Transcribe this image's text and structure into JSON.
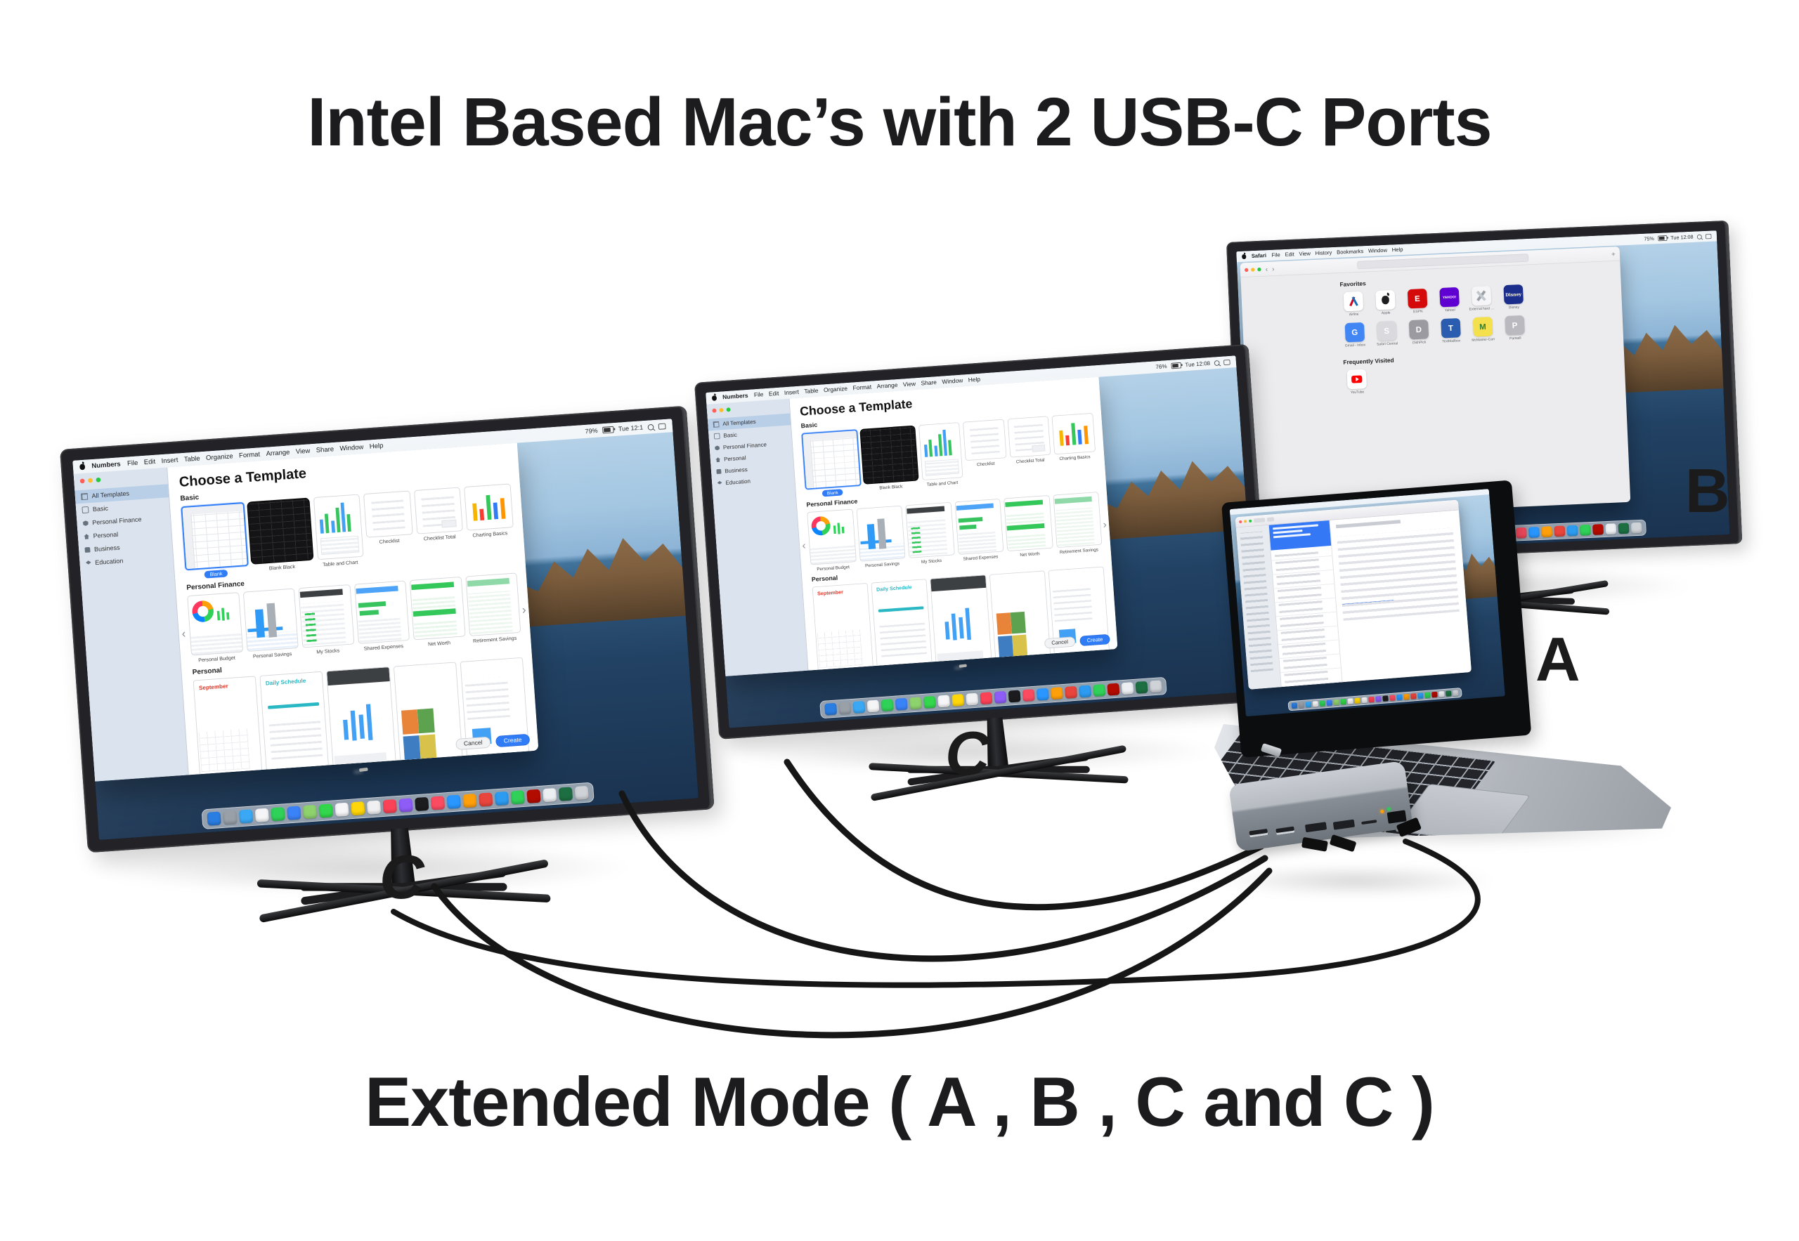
{
  "title": "Intel Based Mac’s with 2 USB-C Ports",
  "caption": "Extended Mode ( A , B , C and C )",
  "labels": {
    "laptop": "A",
    "right_monitor": "B",
    "left_monitor": "C",
    "middle_monitor": "C"
  },
  "colors": {
    "accent_blue": "#2f7cf6",
    "selected_sidebar": "#b9cfe8",
    "wallpaper_sky": "#a3c6e1",
    "wallpaper_sea": "#224264",
    "island_tan": "#7c5d3d",
    "bezel": "#232327",
    "aluminum": "#b6bbc1",
    "cable_black": "#161616",
    "led_green": "#34c759",
    "led_amber": "#ff9f0a"
  },
  "status": {
    "left": {
      "battery": "79%",
      "clock": "Tue 12:1"
    },
    "middle": {
      "battery": "76%",
      "clock": "Tue 12:08"
    },
    "right": {
      "battery": "75%",
      "clock": "Tue 12:08"
    }
  },
  "numbers": {
    "menu": {
      "app": "Numbers",
      "items": [
        "File",
        "Edit",
        "Insert",
        "Table",
        "Organize",
        "Format",
        "Arrange",
        "View",
        "Share",
        "Window",
        "Help"
      ]
    },
    "heading": "Choose a Template",
    "sidebar": [
      {
        "label": "All Templates",
        "icon": "grid",
        "state": "selected"
      },
      {
        "label": "Basic",
        "icon": "basic"
      },
      {
        "label": "Personal Finance",
        "icon": "pf"
      },
      {
        "label": "Personal",
        "icon": "home"
      },
      {
        "label": "Business",
        "icon": "biz"
      },
      {
        "label": "Education",
        "icon": "edu"
      }
    ],
    "basic_label": "Basic",
    "pf_label": "Personal Finance",
    "personal_label": "Personal",
    "basic": [
      {
        "name": "Blank",
        "kind": "blank",
        "state": "selected"
      },
      {
        "name": "Blank Black",
        "kind": "blank-black"
      },
      {
        "name": "Table and Chart",
        "kind": "table-chart"
      },
      {
        "name": "Checklist",
        "kind": "checklist"
      },
      {
        "name": "Checklist Total",
        "kind": "checklist-total"
      },
      {
        "name": "Charting Basics",
        "kind": "charting"
      }
    ],
    "pf": [
      {
        "name": "Personal Budget",
        "kind": "budget"
      },
      {
        "name": "Personal Savings",
        "kind": "savings"
      },
      {
        "name": "My Stocks",
        "kind": "stocks"
      },
      {
        "name": "Shared Expenses",
        "kind": "expenses"
      },
      {
        "name": "Net Worth",
        "kind": "networth"
      },
      {
        "name": "Retirement Savings",
        "kind": "retirement"
      }
    ],
    "personal": [
      {
        "name": "September",
        "kind": "calendar",
        "fg": "#e0392b"
      },
      {
        "name": "Daily Schedule",
        "kind": "schedule",
        "fg": "#2ab8c5"
      },
      {
        "name": "",
        "kind": "stocksmini",
        "fg": "#ffffff"
      },
      {
        "name": "",
        "kind": "photos",
        "fg": "#2e7d32"
      },
      {
        "name": "",
        "kind": "whitedoc",
        "fg": "#444444"
      }
    ],
    "chev_left": "‹",
    "chev_right": "›",
    "cancel": "Cancel",
    "create": "Create"
  },
  "safari": {
    "menu": {
      "app": "Safari",
      "items": [
        "File",
        "Edit",
        "View",
        "History",
        "Bookmarks",
        "Window",
        "Help"
      ]
    },
    "toolbar": {
      "back": "‹",
      "forward": "›",
      "new_tab": "+"
    },
    "favorites_label": "Favorites",
    "frequent_label": "Frequently Visited",
    "favorites": [
      {
        "label": "Airline",
        "glyph": "airline",
        "bg": "#ffffff",
        "fg": "#d0021b",
        "text": ""
      },
      {
        "label": "Apple",
        "glyph": "apple",
        "bg": "#ffffff",
        "fg": "#1d1d1f",
        "text": ""
      },
      {
        "label": "ESPN",
        "glyph": "letter",
        "bg": "#d50a0a",
        "fg": "#ffffff",
        "text": "E"
      },
      {
        "label": "Yahoo!",
        "glyph": "letter",
        "bg": "#5f01d1",
        "fg": "#ffffff",
        "text": "YAHOO!",
        "size": "sm"
      },
      {
        "label": "External hard Drive",
        "glyph": "drive",
        "bg": "#f5f5f7",
        "fg": "#9aa0a8",
        "text": ""
      },
      {
        "label": "Disney",
        "glyph": "script",
        "bg": "#1c2e8b",
        "fg": "#ffffff",
        "text": "Disney"
      },
      {
        "label": "Gmail - Inbox",
        "glyph": "letter",
        "bg": "#4285f4",
        "fg": "#ffffff",
        "text": "G"
      },
      {
        "label": "Safari Central",
        "glyph": "letter",
        "bg": "#d9d9de",
        "fg": "#ffffff",
        "text": "S"
      },
      {
        "label": "DishPick",
        "glyph": "letter",
        "bg": "#9a9aa0",
        "fg": "#ffffff",
        "text": "D"
      },
      {
        "label": "TextMailbox",
        "glyph": "letter",
        "bg": "#2a5db0",
        "fg": "#ffffff",
        "text": "T"
      },
      {
        "label": "McMaster-Carr",
        "glyph": "letter",
        "bg": "#f4e04d",
        "fg": "#2e7d32",
        "text": "M"
      },
      {
        "label": "Partsell",
        "glyph": "letter",
        "bg": "#b9b9bf",
        "fg": "#ffffff",
        "text": "P"
      }
    ],
    "frequent": [
      {
        "label": "YouTube",
        "glyph": "youtube",
        "bg": "#ffffff",
        "fg": "#ff0000",
        "text": ""
      }
    ]
  },
  "dock_icons": [
    {
      "name": "finder",
      "color": "#2a7de1"
    },
    {
      "name": "launchpad",
      "color": "#99a0a8"
    },
    {
      "name": "safari",
      "color": "#3aa8f5"
    },
    {
      "name": "photos",
      "color": "#f5f5f7"
    },
    {
      "name": "messages",
      "color": "#30d158"
    },
    {
      "name": "mail",
      "color": "#3a82f7"
    },
    {
      "name": "maps",
      "color": "#8ed26e"
    },
    {
      "name": "facetime",
      "color": "#32d74b"
    },
    {
      "name": "calendar",
      "color": "#f6f6f8"
    },
    {
      "name": "notes",
      "color": "#ffd60a"
    },
    {
      "name": "reminders",
      "color": "#f0f0f2"
    },
    {
      "name": "music",
      "color": "#fb4357"
    },
    {
      "name": "podcasts",
      "color": "#8e5cf7"
    },
    {
      "name": "tv",
      "color": "#1c1c1e"
    },
    {
      "name": "news",
      "color": "#fb4b60"
    },
    {
      "name": "app-store",
      "color": "#2997ff"
    },
    {
      "name": "books",
      "color": "#ff9f0a"
    },
    {
      "name": "chrome",
      "color": "#e8453c"
    },
    {
      "name": "keynote",
      "color": "#2c9bf0"
    },
    {
      "name": "numbers-app",
      "color": "#30d158"
    },
    {
      "name": "acrobat",
      "color": "#b30b00"
    },
    {
      "name": "document",
      "color": "#eceff2"
    },
    {
      "name": "excel",
      "color": "#1d6f42"
    },
    {
      "name": "trash",
      "color": "#cfd2d6"
    }
  ]
}
